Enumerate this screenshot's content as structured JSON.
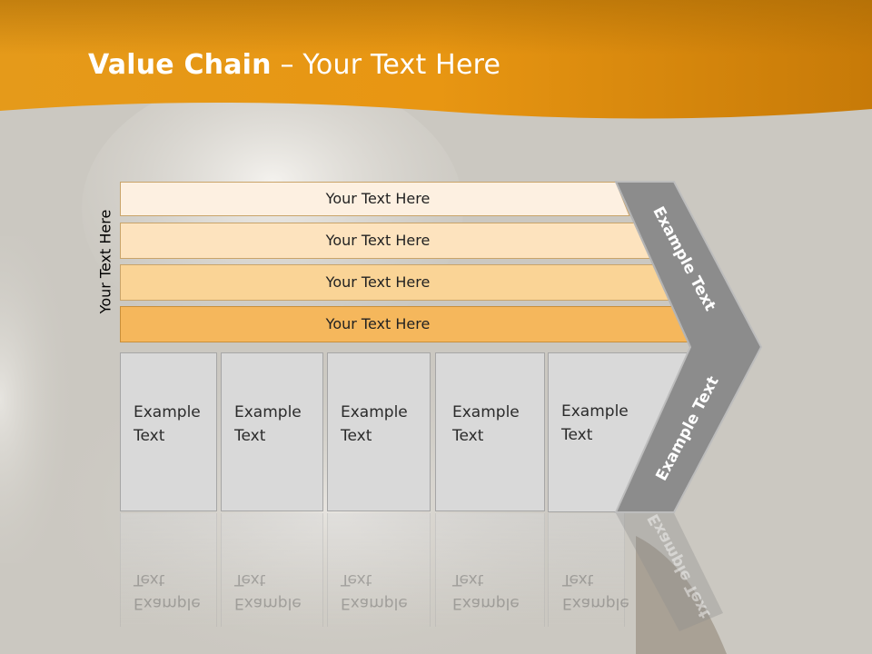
{
  "slide": {
    "title_bold": "Value Chain",
    "title_rest": " – Your Text Here",
    "vertical_label": "Your Text Here"
  },
  "bars": [
    {
      "label": "Your Text Here",
      "color": "#fdf0e1"
    },
    {
      "label": "Your Text Here",
      "color": "#fde3be"
    },
    {
      "label": "Your Text Here",
      "color": "#fad496"
    },
    {
      "label": "Your Text Here",
      "color": "#f5b75c"
    }
  ],
  "columns": [
    {
      "line1": "Example",
      "line2": "Text"
    },
    {
      "line1": "Example",
      "line2": "Text"
    },
    {
      "line1": "Example",
      "line2": "Text"
    },
    {
      "line1": "Example",
      "line2": "Text"
    },
    {
      "line1": "Example",
      "line2": "Text"
    }
  ],
  "chevron": {
    "upper_label": "Example Text",
    "lower_label": "Example Text",
    "color": "#8c8c8c"
  },
  "colors": {
    "header_orange": "#e8960f",
    "cell_gray": "#d9d9d9"
  }
}
